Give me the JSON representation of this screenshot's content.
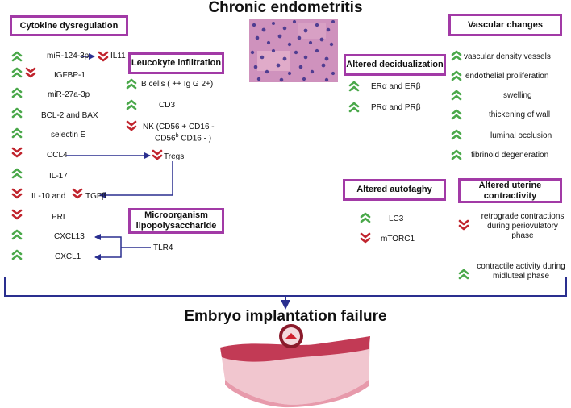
{
  "title": "Chronic endometritis",
  "outcome": "Embryo implantation failure",
  "cytokine": {
    "heading": "Cytokine dysregulation",
    "items": {
      "mir124": "miR-124-3p",
      "il11": "IL11",
      "igfbp1": "IGFBP-1",
      "mir27": "miR-27a-3p",
      "bcl2": "BCL-2 and BAX",
      "selectin": "selectin E",
      "ccl4": "CCL4",
      "il17": "IL-17",
      "il10": "IL-10 and",
      "tgfb": "TGFβ",
      "prl": "PRL",
      "cxcl13": "CXCL13",
      "cxcl1": "CXCL1"
    }
  },
  "leukocyte": {
    "heading": "Leucokyte infiltration",
    "bcells": "B cells ( ++ Ig G 2+)",
    "cd3": "CD3",
    "nk_line1": "NK (CD56 + CD16 -",
    "nk_line2_pre": "CD56",
    "nk_line2_sup": "b",
    "nk_line2_post": " CD16 - )",
    "tregs": "Tregs"
  },
  "microorganism": {
    "heading": "Microorganism lipopolysaccharide",
    "tlr4": "TLR4"
  },
  "decidualization": {
    "heading": "Altered decidualization",
    "era": "ERα and ERβ",
    "pra": "PRα and PRβ"
  },
  "vascular": {
    "heading": "Vascular changes",
    "items": [
      "vascular density vessels",
      "endothelial proliferation",
      "swelling",
      "thickening of wall",
      "luminal occlusion",
      "fibrinoid degeneration"
    ]
  },
  "autophagy": {
    "heading": "Altered autofaghy",
    "lc3": "LC3",
    "mtorc1": "mTORC1"
  },
  "contractility": {
    "heading": "Altered uterine contractivity",
    "item1": "retrograde contractions during periovulatory phase",
    "item2": "contractile activity during midluteal phase"
  },
  "colors": {
    "box_border": "#a23aa6",
    "arrow": "#2a2f8f",
    "up": "#4aa84a",
    "down": "#c0242d"
  },
  "icons": {
    "up": "chevron-up-icon",
    "down": "chevron-down-icon"
  }
}
